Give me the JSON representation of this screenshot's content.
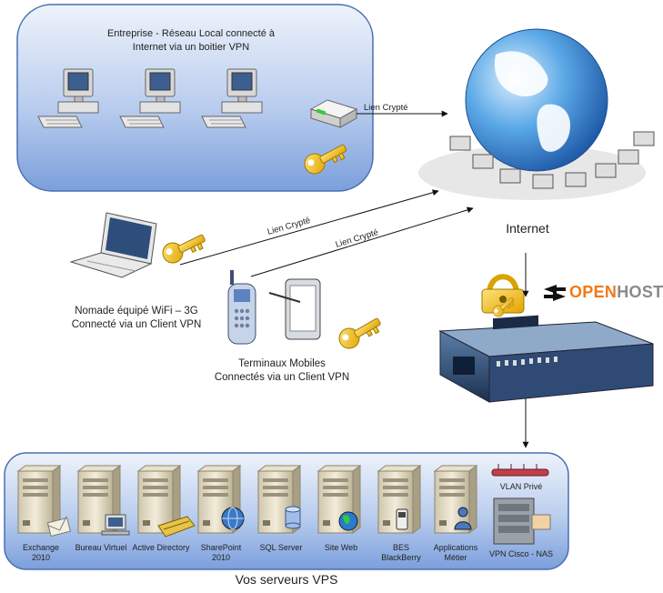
{
  "enterprise": {
    "line1": "Entreprise - Réseau Local connecté à",
    "line2": "Internet via un boitier VPN"
  },
  "internet_label": "Internet",
  "flows": {
    "enterprise_link": "Lien Crypté",
    "nomad_link": "Lien Crypté",
    "mobile_link": "Lien Crypté"
  },
  "nomad": {
    "line1": "Nomade équipé WiFi – 3G",
    "line2": "Connecté via un Client VPN"
  },
  "mobiles": {
    "line1": "Terminaux Mobiles",
    "line2": "Connectés via un Client VPN"
  },
  "brand": {
    "part1": "OPEN",
    "part2": "HOST"
  },
  "servers": [
    {
      "line1": "Exchange",
      "line2": "2010"
    },
    {
      "line1": "Bureau Virtuel",
      "line2": ""
    },
    {
      "line1": "Active Directory",
      "line2": ""
    },
    {
      "line1": "SharePoint",
      "line2": "2010"
    },
    {
      "line1": "SQL Server",
      "line2": ""
    },
    {
      "line1": "Site Web",
      "line2": ""
    },
    {
      "line1": "BES",
      "line2": "BlackBerry"
    },
    {
      "line1": "Applications",
      "line2": "Métier"
    }
  ],
  "vlan_label": "VLAN Privé",
  "vpn_nas_label": "VPN Cisco - NAS",
  "bottom_title": "Vos serveurs VPS",
  "colors": {
    "panel_top": "#e6eefa",
    "panel_bottom": "#7b9fdc",
    "brand_orange": "#f07a1a",
    "brand_gray": "#8a8a8a"
  }
}
